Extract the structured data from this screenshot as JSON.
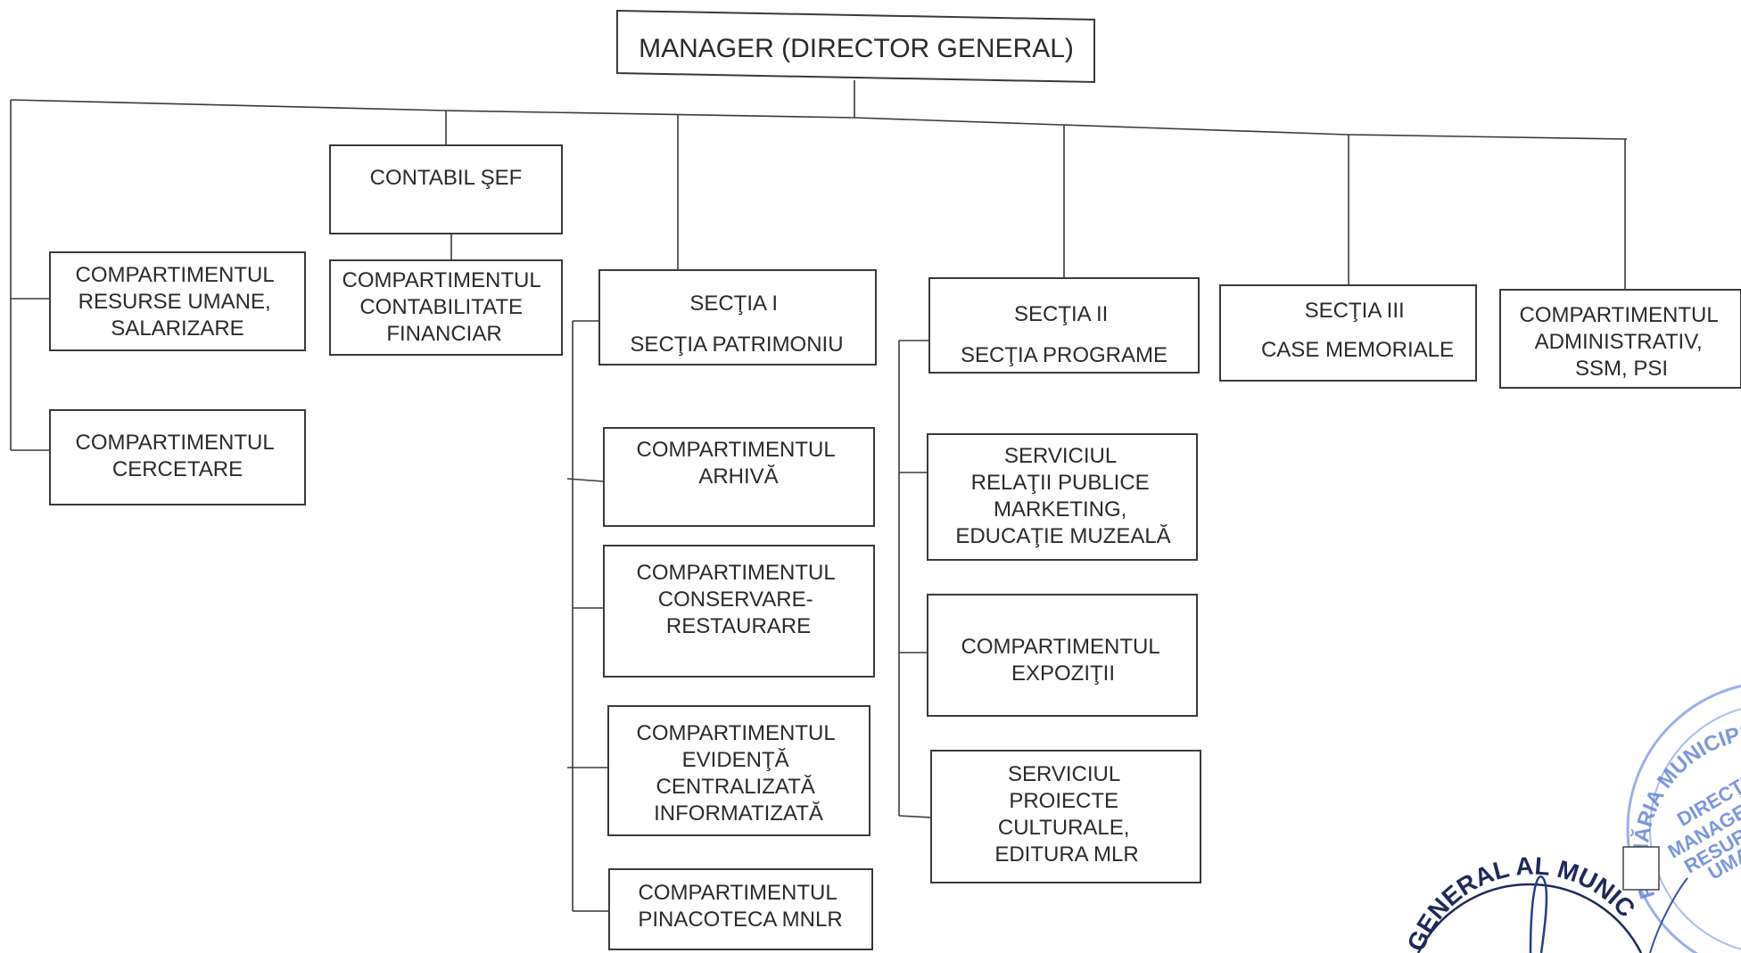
{
  "org_chart": {
    "top": {
      "id": "manager",
      "lines": [
        "MANAGER (DIRECTOR GENERAL)"
      ]
    },
    "units": [
      {
        "id": "contabil-sef",
        "lines": [
          "CONTABIL ŞEF"
        ]
      },
      {
        "id": "comp-resurse-umane",
        "lines": [
          "COMPARTIMENTUL",
          "RESURSE UMANE,",
          "SALARIZARE"
        ]
      },
      {
        "id": "comp-cercetare",
        "lines": [
          "COMPARTIMENTUL",
          "CERCETARE"
        ]
      },
      {
        "id": "comp-contabilitate",
        "lines": [
          "COMPARTIMENTUL",
          "CONTABILITATE",
          "FINANCIAR"
        ]
      },
      {
        "id": "sectia-1",
        "lines": [
          "SECŢIA I",
          "SECŢIA PATRIMONIU"
        ]
      },
      {
        "id": "comp-arhiva",
        "lines": [
          "COMPARTIMENTUL",
          "ARHIVĂ"
        ]
      },
      {
        "id": "comp-conservare",
        "lines": [
          "COMPARTIMENTUL",
          "CONSERVARE-",
          "RESTAURARE"
        ]
      },
      {
        "id": "comp-evidenta",
        "lines": [
          "COMPARTIMENTUL",
          "EVIDENŢĂ",
          "CENTRALIZATĂ",
          "INFORMATIZATĂ"
        ]
      },
      {
        "id": "comp-pinacoteca",
        "lines": [
          "COMPARTIMENTUL",
          "PINACOTECA MNLR"
        ]
      },
      {
        "id": "sectia-2",
        "lines": [
          "SECŢIA II",
          "SECŢIA PROGRAME"
        ]
      },
      {
        "id": "serv-relatii",
        "lines": [
          "SERVICIUL",
          "RELAŢII PUBLICE",
          "MARKETING,",
          "EDUCAŢIE MUZEALĂ"
        ]
      },
      {
        "id": "comp-expozitii",
        "lines": [
          "COMPARTIMENTUL",
          "EXPOZIŢII"
        ]
      },
      {
        "id": "serv-proiecte",
        "lines": [
          "SERVICIUL",
          "PROIECTE",
          "CULTURALE,",
          "EDITURA MLR"
        ]
      },
      {
        "id": "sectia-3",
        "lines": [
          "SECŢIA III",
          "CASE MEMORIALE"
        ]
      },
      {
        "id": "comp-administrativ",
        "lines": [
          "COMPARTIMENTUL",
          "ADMINISTRATIV,",
          "SSM, PSI"
        ]
      }
    ],
    "relations": [
      {
        "parent": "manager",
        "child": "contabil-sef"
      },
      {
        "parent": "manager",
        "child": "comp-resurse-umane"
      },
      {
        "parent": "manager",
        "child": "comp-cercetare"
      },
      {
        "parent": "contabil-sef",
        "child": "comp-contabilitate"
      },
      {
        "parent": "manager",
        "child": "sectia-1"
      },
      {
        "parent": "sectia-1",
        "child": "comp-arhiva"
      },
      {
        "parent": "sectia-1",
        "child": "comp-conservare"
      },
      {
        "parent": "sectia-1",
        "child": "comp-evidenta"
      },
      {
        "parent": "sectia-1",
        "child": "comp-pinacoteca"
      },
      {
        "parent": "manager",
        "child": "sectia-2"
      },
      {
        "parent": "sectia-2",
        "child": "serv-relatii"
      },
      {
        "parent": "sectia-2",
        "child": "comp-expozitii"
      },
      {
        "parent": "sectia-2",
        "child": "serv-proiecte"
      },
      {
        "parent": "manager",
        "child": "sectia-3"
      },
      {
        "parent": "manager",
        "child": "comp-administrativ"
      }
    ]
  },
  "stamps": {
    "seal_1": {
      "lines": [
        "PRIMĂRIA MUNICIPIULUI",
        "DIRECŢIA",
        "MANAGEMENT",
        "RESURSE",
        "UMANE"
      ],
      "color": "#5b7fd6"
    },
    "seal_2": {
      "lines": [
        "GENERAL AL MUNICI"
      ],
      "color": "#1e2a5c"
    }
  }
}
